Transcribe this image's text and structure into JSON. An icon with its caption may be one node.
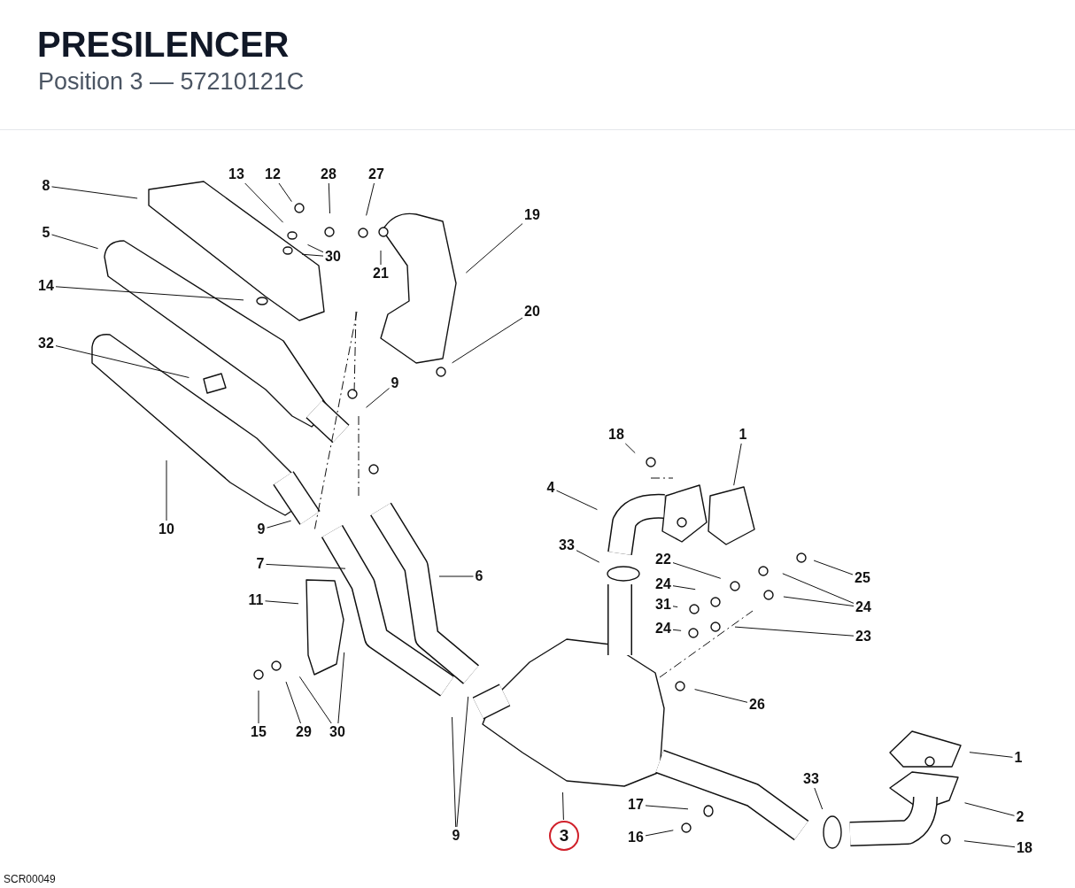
{
  "diagram": {
    "title": "PRESILENCER",
    "nodes": [
      {
        "text": [
          "8"
        ]
      },
      {
        "text": [
          "13"
        ]
      },
      {
        "text": [
          "12"
        ]
      },
      {
        "text": [
          "28"
        ]
      },
      {
        "text": [
          "27"
        ]
      },
      {
        "text": [
          "19"
        ]
      },
      {
        "text": [
          "5"
        ]
      },
      {
        "text": [
          "30"
        ]
      },
      {
        "text": [
          "21"
        ]
      },
      {
        "text": [
          "14"
        ]
      },
      {
        "text": [
          "20"
        ]
      },
      {
        "text": [
          "32"
        ]
      },
      {
        "text": [
          "9"
        ]
      },
      {
        "text": [
          "18"
        ]
      },
      {
        "text": [
          "1"
        ]
      },
      {
        "text": [
          "4"
        ]
      },
      {
        "text": [
          "10"
        ]
      },
      {
        "text": [
          "9"
        ]
      },
      {
        "text": [
          "33"
        ]
      },
      {
        "text": [
          "7"
        ]
      },
      {
        "text": [
          "6"
        ]
      },
      {
        "text": [
          "22"
        ]
      },
      {
        "text": [
          "25"
        ]
      },
      {
        "text": [
          "24"
        ]
      },
      {
        "text": [
          "24"
        ]
      },
      {
        "text": [
          "31"
        ]
      },
      {
        "text": [
          "11"
        ]
      },
      {
        "text": [
          "24"
        ]
      },
      {
        "text": [
          "23"
        ]
      },
      {
        "text": [
          "26"
        ]
      },
      {
        "text": [
          "15"
        ]
      },
      {
        "text": [
          "29"
        ]
      },
      {
        "text": [
          "30"
        ]
      },
      {
        "text": [
          "1"
        ]
      },
      {
        "text": [
          "33"
        ]
      },
      {
        "text": [
          "17"
        ]
      },
      {
        "text": [
          "2"
        ]
      },
      {
        "text": [
          "9"
        ]
      },
      {
        "text": [
          "3"
        ]
      },
      {
        "text": [
          "16"
        ]
      },
      {
        "text": [
          "18"
        ]
      }
    ],
    "edges": [
      {
        "from": 0,
        "to": null,
        "arrow": "none"
      },
      {
        "from": 1,
        "to": null,
        "arrow": "none"
      },
      {
        "from": 2,
        "to": null,
        "arrow": "none"
      },
      {
        "from": 3,
        "to": null,
        "arrow": "none"
      },
      {
        "from": 4,
        "to": null,
        "arrow": "none"
      },
      {
        "from": 5,
        "to": null,
        "arrow": "none"
      },
      {
        "from": 6,
        "to": null,
        "arrow": "none"
      },
      {
        "from": 7,
        "to": null,
        "arrow": "none"
      },
      {
        "from": 7,
        "to": null,
        "arrow": "none"
      },
      {
        "from": 8,
        "to": null,
        "arrow": "none"
      },
      {
        "from": 9,
        "to": null,
        "arrow": "none"
      },
      {
        "from": 10,
        "to": null,
        "arrow": "none"
      },
      {
        "from": 11,
        "to": null,
        "arrow": "none"
      },
      {
        "from": 12,
        "to": null,
        "arrow": "none"
      },
      {
        "from": 13,
        "to": null,
        "arrow": "none"
      },
      {
        "from": 14,
        "to": null,
        "arrow": "none"
      },
      {
        "from": 15,
        "to": null,
        "arrow": "none"
      },
      {
        "from": 16,
        "to": null,
        "arrow": "none"
      },
      {
        "from": 17,
        "to": null,
        "arrow": "none"
      },
      {
        "from": 18,
        "to": null,
        "arrow": "none"
      },
      {
        "from": 19,
        "to": null,
        "arrow": "none"
      },
      {
        "from": 20,
        "to": null,
        "arrow": "none"
      },
      {
        "from": 21,
        "to": null,
        "arrow": "none"
      },
      {
        "from": 22,
        "to": null,
        "arrow": "none"
      },
      {
        "from": 23,
        "to": null,
        "arrow": "none"
      },
      {
        "from": 24,
        "to": null,
        "arrow": "none"
      },
      {
        "from": 24,
        "to": null,
        "arrow": "none"
      },
      {
        "from": 25,
        "to": null,
        "arrow": "none"
      },
      {
        "from": 26,
        "to": null,
        "arrow": "none"
      },
      {
        "from": 27,
        "to": null,
        "arrow": "none"
      },
      {
        "from": 28,
        "to": null,
        "arrow": "none"
      },
      {
        "from": 29,
        "to": null,
        "arrow": "none"
      },
      {
        "from": 30,
        "to": null,
        "arrow": "none"
      },
      {
        "from": 31,
        "to": null,
        "arrow": "none"
      },
      {
        "from": 32,
        "to": null,
        "arrow": "none"
      },
      {
        "from": 32,
        "to": null,
        "arrow": "none"
      },
      {
        "from": 33,
        "to": null,
        "arrow": "none"
      },
      {
        "from": 34,
        "to": null,
        "arrow": "none"
      },
      {
        "from": 35,
        "to": null,
        "arrow": "none"
      },
      {
        "from": 36,
        "to": null,
        "arrow": "none"
      },
      {
        "from": 37,
        "to": null,
        "arrow": "none"
      },
      {
        "from": 37,
        "to": null,
        "arrow": "none"
      },
      {
        "from": 38,
        "to": null,
        "arrow": "none"
      },
      {
        "from": 39,
        "to": null,
        "arrow": "none"
      },
      {
        "from": 40,
        "to": null,
        "arrow": "none"
      }
    ],
    "labels": [
      "Position 3 — 57210121C",
      "SCR00049"
    ]
  }
}
